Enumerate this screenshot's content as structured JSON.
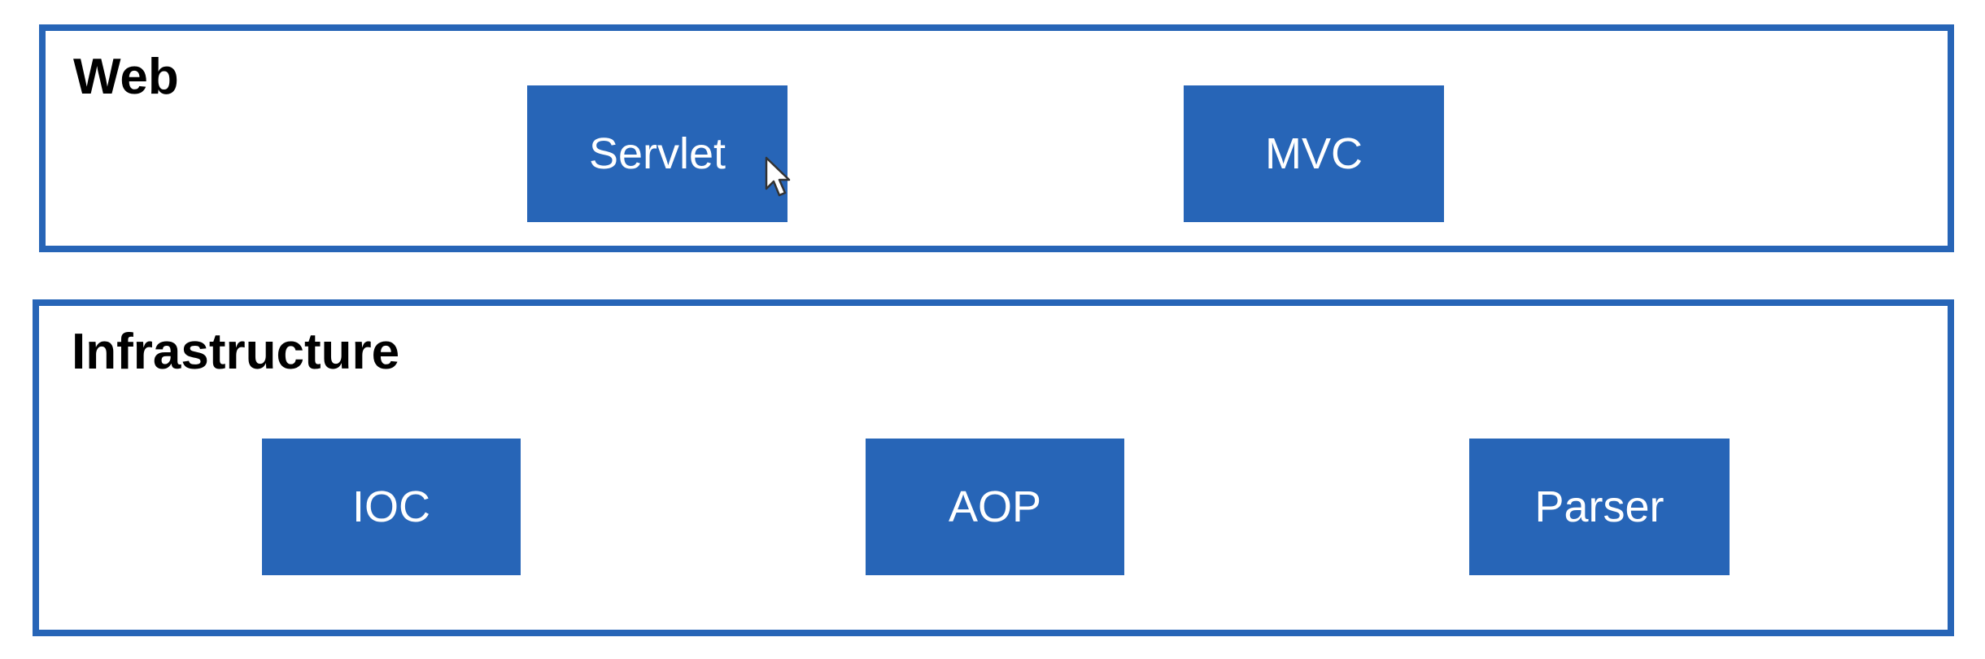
{
  "layers": {
    "web": {
      "title": "Web",
      "modules": [
        {
          "label": "Servlet"
        },
        {
          "label": "MVC"
        }
      ]
    },
    "infrastructure": {
      "title": "Infrastructure",
      "modules": [
        {
          "label": "IOC"
        },
        {
          "label": "AOP"
        },
        {
          "label": "Parser"
        }
      ]
    }
  },
  "colors": {
    "accent": "#2765b7",
    "box_text": "#ffffff",
    "title_text": "#000000",
    "background": "#ffffff"
  },
  "icons": {
    "cursor": "mouse-pointer-icon"
  }
}
